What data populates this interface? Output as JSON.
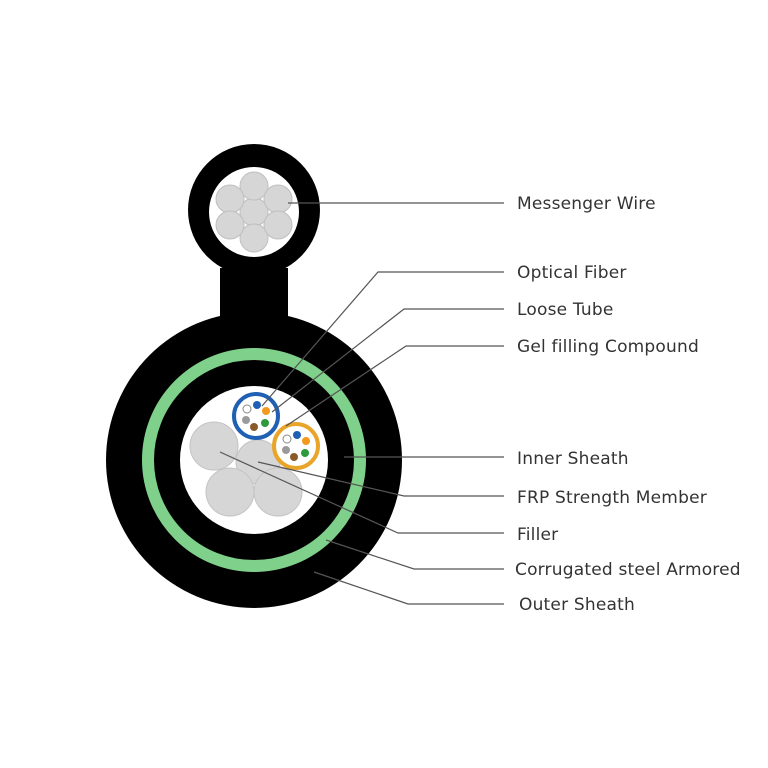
{
  "labels": {
    "messenger_wire": "Messenger Wire",
    "optical_fiber": "Optical Fiber",
    "loose_tube": "Loose Tube",
    "gel_filling": "Gel filling Compound",
    "inner_sheath": "Inner Sheath",
    "frp_member": "FRP Strength Member",
    "filler": "Filler",
    "steel_armor": "Corrugated steel Armored",
    "outer_sheath": "Outer Sheath"
  },
  "colors": {
    "sheath": "#000000",
    "armor_band": "#7ed08a",
    "strand": "#d6d6d6",
    "strand_edge": "#bfbfbf",
    "tube1_ring": "#1f5fb4",
    "tube2_ring": "#e8a52a",
    "leader": "#555555",
    "label_text": "#333333"
  },
  "fiber_colors": [
    "#ffffff",
    "#1f5fb4",
    "#f39a1e",
    "#2d9a3e",
    "#8a5a2b",
    "#9a9a9a"
  ]
}
